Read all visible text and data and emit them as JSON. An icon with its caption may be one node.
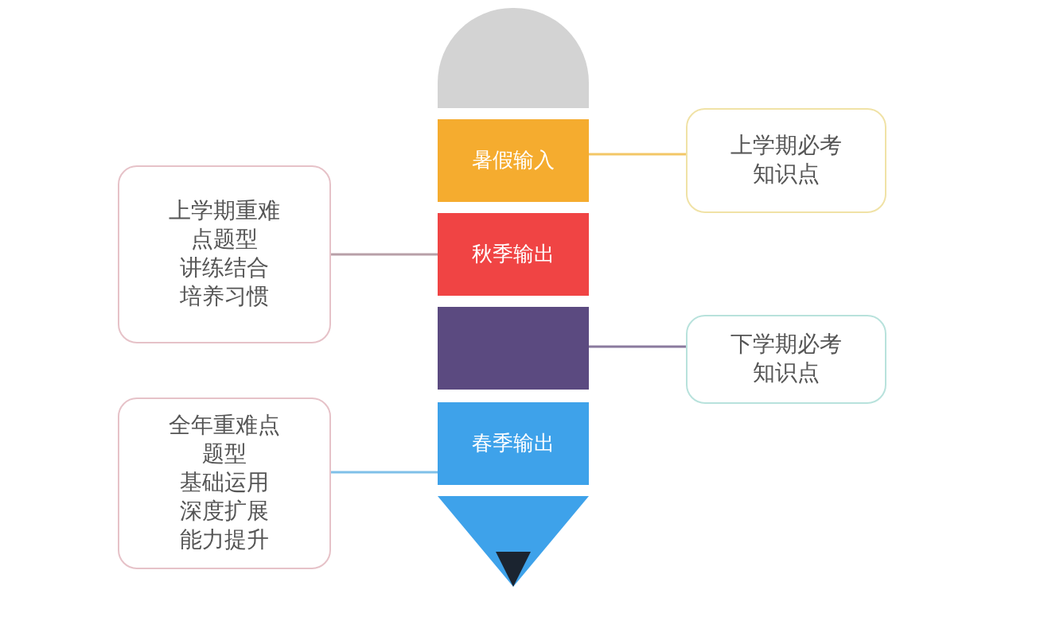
{
  "diagram": {
    "nodes": [
      {
        "text": [],
        "shape": "box"
      },
      {
        "text": [
          "暑假输入"
        ]
      },
      {
        "text": [
          "秋季输出"
        ]
      },
      {
        "text": [],
        "shape": "box"
      },
      {
        "text": [
          "春季输出"
        ]
      },
      {
        "text": [],
        "shape": "triangle"
      },
      {
        "text": [
          "上学期必考知识点"
        ]
      },
      {
        "text": [
          "上学期重难点题型",
          "讲练结合",
          "培养习惯"
        ]
      },
      {
        "text": [
          "下学期必考知识点"
        ]
      },
      {
        "text": [
          "全年重难点题型",
          "基础运用",
          "深度扩展",
          "能力提升"
        ]
      }
    ],
    "edges": [
      {
        "from": 1,
        "to": 6,
        "arrow": "none",
        "color": "#f3c766"
      },
      {
        "from": 7,
        "to": 2,
        "arrow": "none",
        "color": "#b8a0a8"
      },
      {
        "from": 3,
        "to": 8,
        "arrow": "none",
        "color": "#8a7a9e"
      },
      {
        "from": 9,
        "to": 4,
        "arrow": "none",
        "color": "#7fc0e8"
      }
    ]
  }
}
